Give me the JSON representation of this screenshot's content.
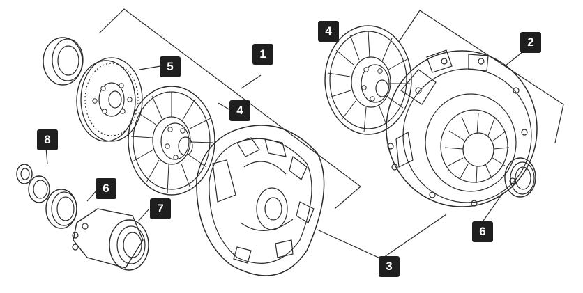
{
  "diagram": {
    "colors": {
      "line": "#2a2a2a",
      "badge_bg": "#1f1f1f",
      "badge_text": "#ffffff"
    },
    "callouts": [
      {
        "id": "c1",
        "label": "1"
      },
      {
        "id": "c2",
        "label": "2"
      },
      {
        "id": "c3",
        "label": "3"
      },
      {
        "id": "c4-left",
        "label": "4"
      },
      {
        "id": "c4-right",
        "label": "4"
      },
      {
        "id": "c5",
        "label": "5"
      },
      {
        "id": "c6-left",
        "label": "6"
      },
      {
        "id": "c6-right",
        "label": "6"
      },
      {
        "id": "c7",
        "label": "7"
      },
      {
        "id": "c8",
        "label": "8"
      }
    ]
  }
}
